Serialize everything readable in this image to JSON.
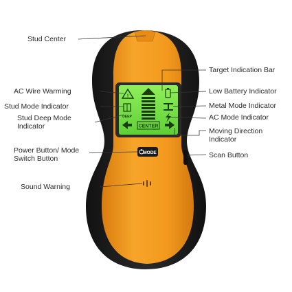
{
  "labels": {
    "stud_center": "Stud Center",
    "ac_wire_warming": "AC Wire Warming",
    "stud_mode_indicator": "Stud Mode Indicator",
    "stud_deep_mode_indicator": "Stud Deep Mode Indicator",
    "power_button_mode_switch": "Power Button/ Mode Switch Button",
    "sound_warning": "Sound Warning",
    "target_indication_bar": "Target Indication Bar",
    "low_battery_indicator": "Low Battery Indicator",
    "metal_mode_indicator": "Metal Mode Indicator",
    "ac_mode_indicator": "AC Mode Indicator",
    "moving_direction_indicator": "Moving  Direction Indicator",
    "scan_button": "Scan Button"
  },
  "device": {
    "button_label": "MODE",
    "screen_center_label": "CENTER",
    "deep_label": "DEEP"
  },
  "colors": {
    "body_orange": "#f39a1e",
    "housing_black": "#1e1e1e",
    "screen_green": "#7ee04a",
    "leader_line": "#333333"
  }
}
